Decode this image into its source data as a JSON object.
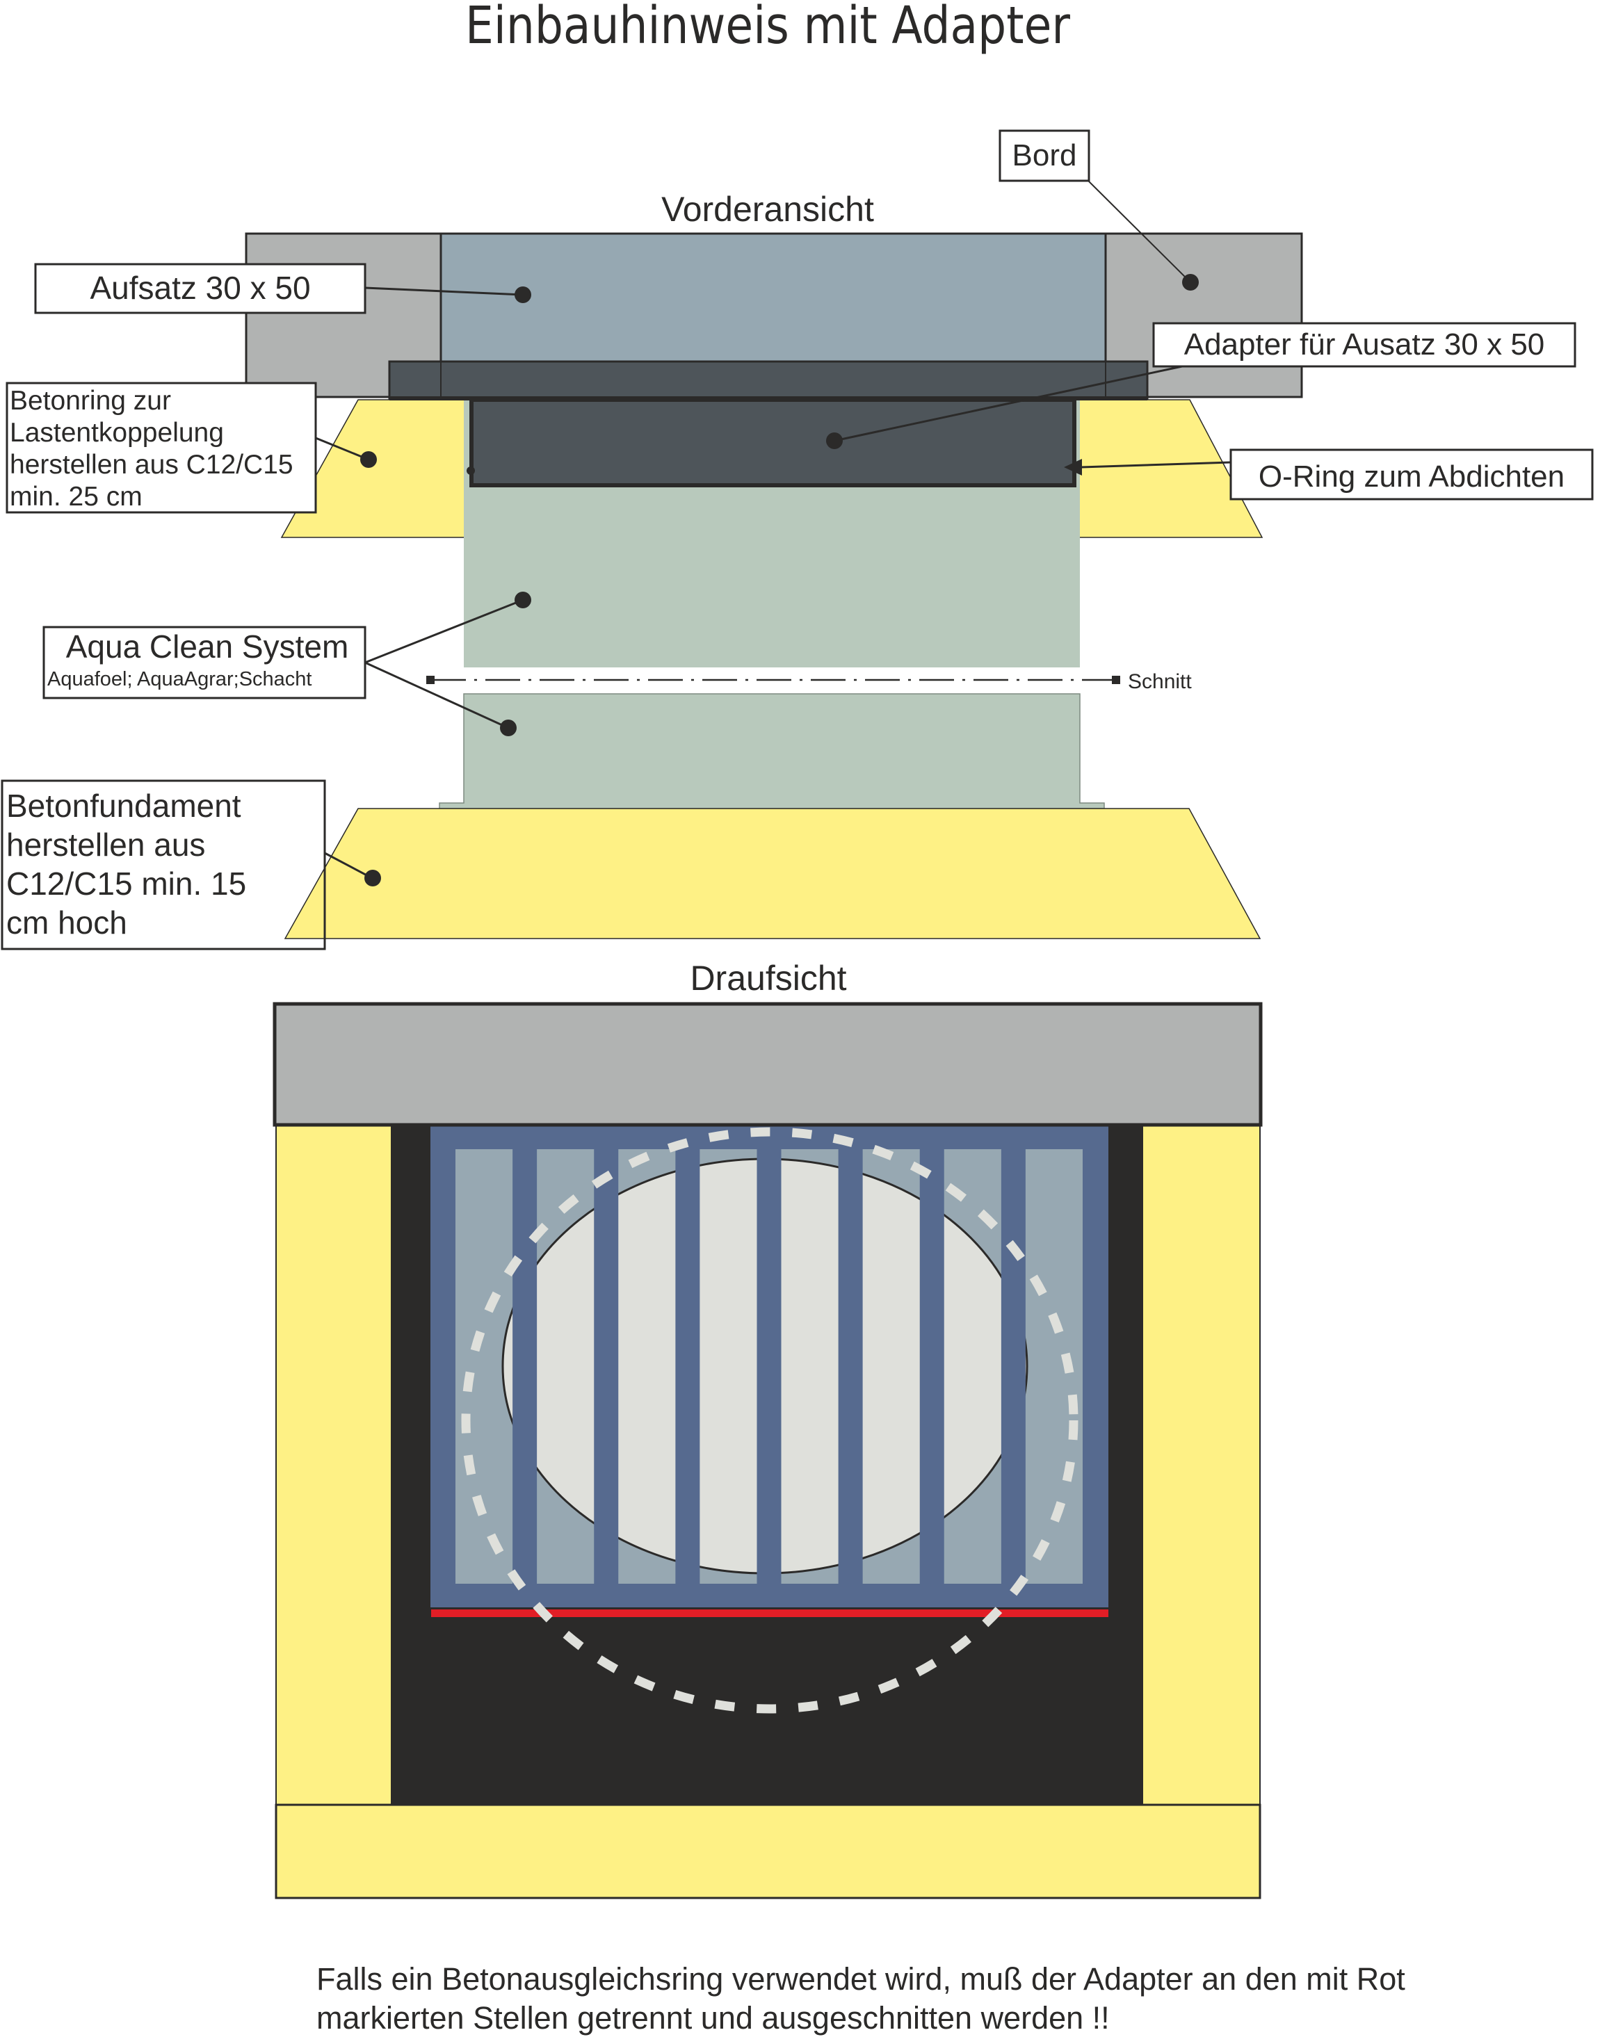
{
  "title": "Einbauhinweis mit Adapter",
  "views": {
    "front": {
      "heading": "Vorderansicht",
      "cut_label": "Schnitt"
    },
    "top": {
      "heading": "Draufsicht",
      "grate_bar_count": 7
    }
  },
  "callouts": {
    "bord": "Bord",
    "aufsatz": "Aufsatz 30 x 50",
    "adapter": "Adapter für Ausatz 30 x 50",
    "o_ring": "O-Ring zum Abdichten",
    "betonring": [
      "Betonring zur",
      "Lastentkoppelung",
      "herstellen aus C12/C15",
      "min. 25 cm"
    ],
    "aqua_clean_title": "Aqua Clean System",
    "aqua_clean_sub": "Aquafoel; AquaAgrar;Schacht",
    "betonfundament": [
      "Betonfundament",
      "herstellen aus",
      "C12/C15 min. 15",
      "cm hoch"
    ]
  },
  "note": [
    "Falls ein Betonausgleichsring verwendet wird, muß der Adapter an den mit Rot",
    "markierten Stellen getrennt und ausgeschnitten werden !!"
  ],
  "colors": {
    "bord": "#b1b3b2",
    "aufsatz": "#96a8b2",
    "adapter": "#4e555a",
    "concrete": "#fef185",
    "shaft": "#b8c9bc",
    "grate_frame": "#566a8f",
    "grate_opening": "#97a8b2",
    "opening": "#dfe0db",
    "pit": "#2b2a29",
    "cut_mark": "#e21e26",
    "outline": "#2b2a29"
  }
}
